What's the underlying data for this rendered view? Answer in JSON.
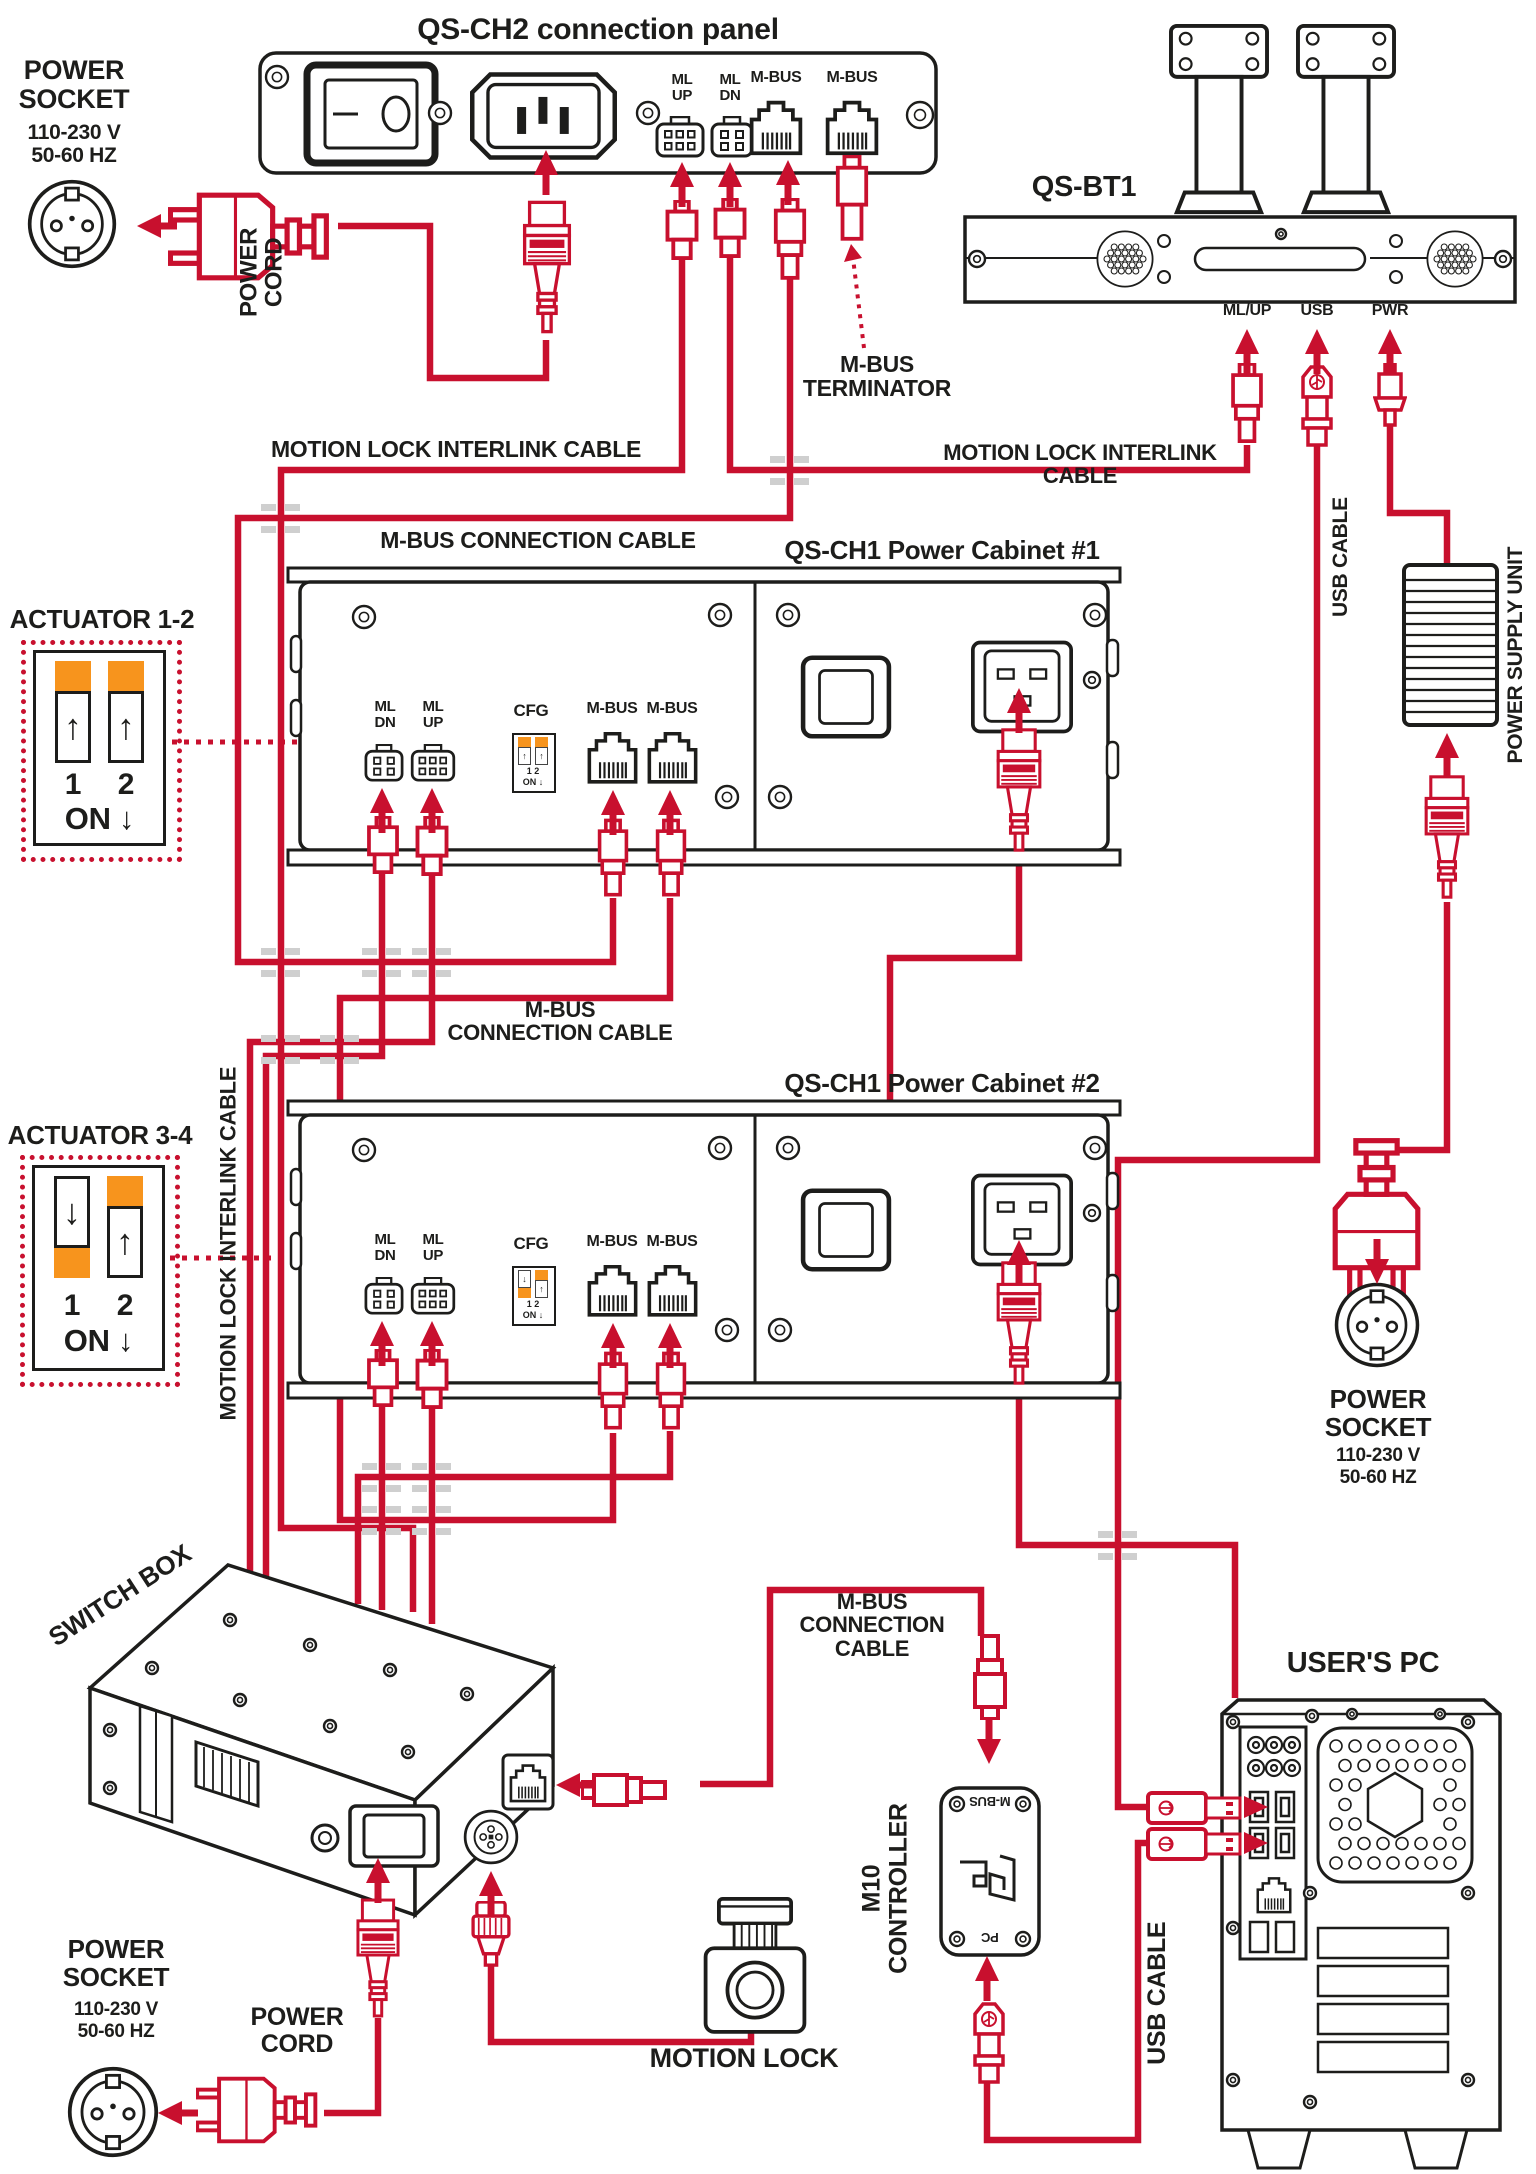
{
  "colors": {
    "red": "#c8102e",
    "orange": "#f7941d",
    "ink": "#1d1d1b",
    "marker_gray": "#cfcfcf"
  },
  "qs_ch2": {
    "title": "QS-CH2 connection panel",
    "port_ml_up": "ML\nUP",
    "port_ml_dn": "ML\nDN",
    "port_mbus_1": "M-BUS",
    "port_mbus_2": "M-BUS"
  },
  "socket_top_left": {
    "title": "POWER\nSOCKET",
    "voltage": "110-230 V",
    "frequency": "50-60 HZ"
  },
  "power_cord_top": "POWER\nCORD",
  "mbus_terminator": "M-BUS\nTERMINATOR",
  "qs_bt1": {
    "title": "QS-BT1",
    "port_ml_up": "ML/UP",
    "port_usb": "USB",
    "port_pwr": "PWR"
  },
  "cables": {
    "interlink_left": "MOTION LOCK INTERLINK CABLE",
    "interlink_right": "MOTION LOCK INTERLINK CABLE",
    "interlink_vertical": "MOTION LOCK INTERLINK CABLE",
    "mbus_top": "M-BUS CONNECTION CABLE",
    "mbus_mid": "M-BUS\nCONNECTION CABLE",
    "mbus_bottom": "M-BUS\nCONNECTION\nCABLE",
    "usb_right": "USB CABLE",
    "usb_bottom": "USB CABLE",
    "power_supply_unit": "POWER SUPPLY UNIT"
  },
  "cabinet1": {
    "title": "QS-CH1 Power Cabinet #1",
    "port_ml_dn": "ML\nDN",
    "port_ml_up": "ML\nUP",
    "port_cfg": "CFG",
    "port_mbus_1": "M-BUS",
    "port_mbus_2": "M-BUS",
    "cfg_numbers": "1  2",
    "cfg_on": "ON ↓"
  },
  "cabinet2": {
    "title": "QS-CH1 Power Cabinet #2",
    "port_ml_dn": "ML\nDN",
    "port_ml_up": "ML\nUP",
    "port_cfg": "CFG",
    "port_mbus_1": "M-BUS",
    "port_mbus_2": "M-BUS",
    "cfg_numbers": "1  2",
    "cfg_on": "ON ↓"
  },
  "actuator_1_2": {
    "title": "ACTUATOR 1-2",
    "num_1": "1",
    "num_2": "2",
    "on_label": "ON ↓"
  },
  "actuator_3_4": {
    "title": "ACTUATOR 3-4",
    "num_1": "1",
    "num_2": "2",
    "on_label": "ON ↓"
  },
  "glyphs": {
    "up": "↑",
    "down": "↓"
  },
  "socket_right": {
    "title": "POWER\nSOCKET",
    "voltage": "110-230 V",
    "frequency": "50-60 HZ"
  },
  "switch_box": "SWITCH BOX",
  "motion_lock": "MOTION LOCK",
  "m10": {
    "title": "M10\nCONTROLLER",
    "port_top": "M-BUS",
    "port_bottom": "PC"
  },
  "users_pc": "USER'S PC",
  "socket_bottom_left": {
    "title": "POWER\nSOCKET",
    "voltage": "110-230 V",
    "frequency": "50-60 HZ"
  },
  "power_cord_bottom": "POWER\nCORD"
}
